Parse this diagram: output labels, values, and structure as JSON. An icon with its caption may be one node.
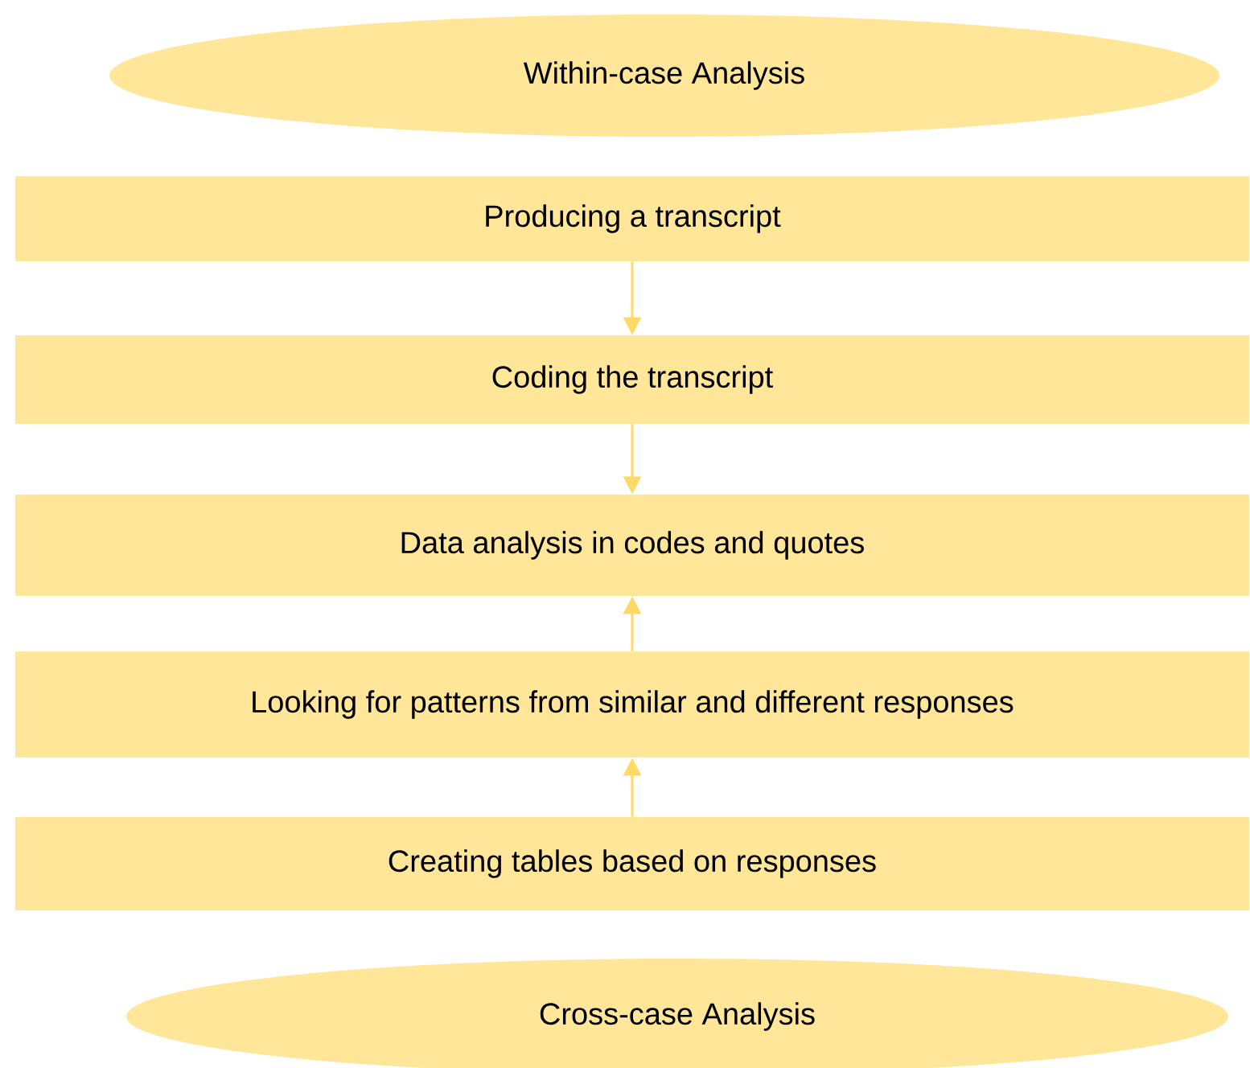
{
  "diagram": {
    "nodes": [
      {
        "text": [
          "Within-case Analysis"
        ]
      },
      {
        "text": [
          "Producing a transcript"
        ]
      },
      {
        "text": [
          "Coding the transcript"
        ]
      },
      {
        "text": [
          "Data analysis in codes and quotes"
        ]
      },
      {
        "text": [
          "Looking for patterns from similar and different responses"
        ]
      },
      {
        "text": [
          "Creating tables based on responses"
        ]
      },
      {
        "text": [
          "Cross-case Analysis"
        ]
      }
    ],
    "edges": [
      {
        "from": 1,
        "to": 2,
        "arrow": "to"
      },
      {
        "from": 2,
        "to": 3,
        "arrow": "to"
      },
      {
        "from": 4,
        "to": 3,
        "arrow": "to"
      },
      {
        "from": 5,
        "to": 4,
        "arrow": "to"
      }
    ]
  }
}
